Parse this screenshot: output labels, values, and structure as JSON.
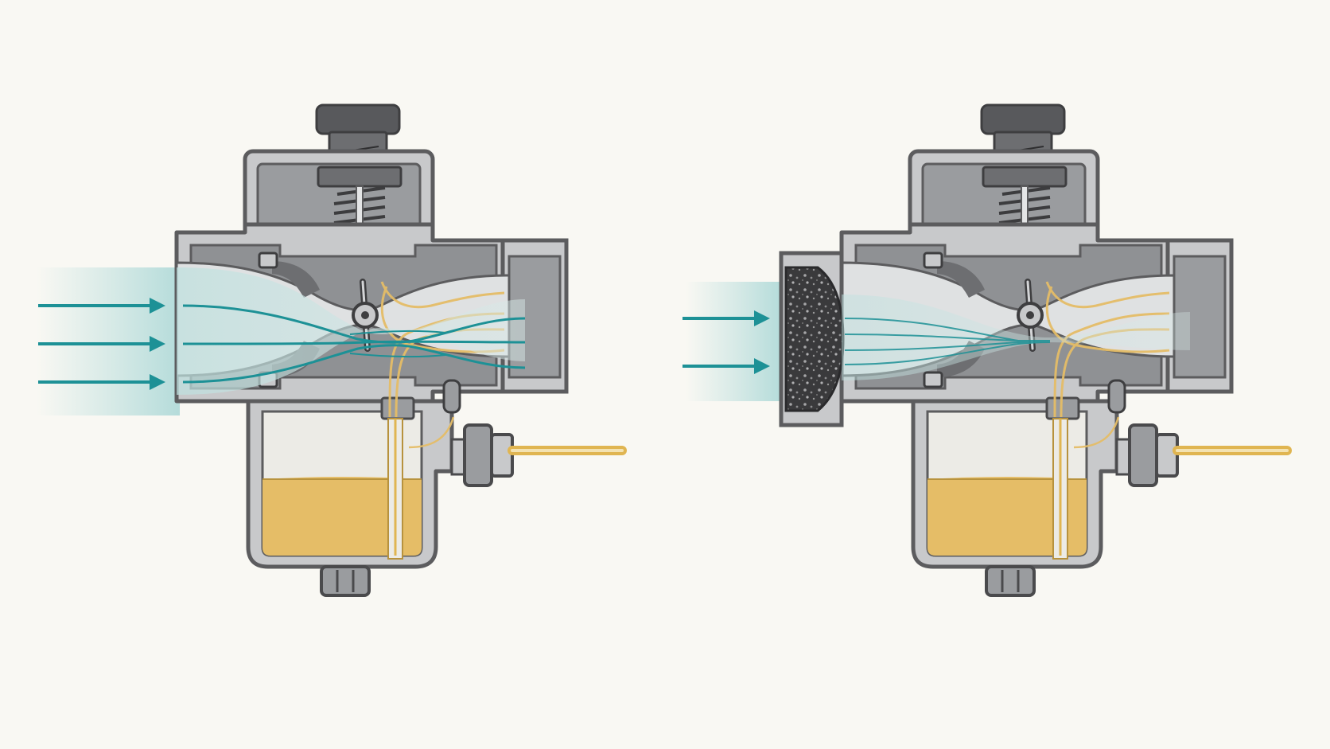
{
  "colors": {
    "background": "#f9f8f3",
    "body_outline": "#5c5c5e",
    "body_fill": "#c8c9cb",
    "body_dark": "#8f9194",
    "cavity": "#dfe1e2",
    "knob": "#58595c",
    "airflow": "#1d9196",
    "airflow_glow": "#a9d7d6",
    "fuel": "#e5bd67",
    "fuel_line": "#e0b551",
    "fuel_light": "#f3e2b1",
    "bowl_air": "#ecebe6",
    "filter": "#3a3a3c"
  },
  "icons": {
    "inlet_arrow": "arrow-right-icon",
    "throttle": "butterfly-valve-icon",
    "spring": "coil-spring-icon",
    "filter": "clogged-filter-icon"
  },
  "panels": [
    {
      "id": "unrestricted",
      "air_arrows": 3,
      "filter_present": false,
      "fuel_level": 0.63
    },
    {
      "id": "restricted",
      "air_arrows": 2,
      "filter_present": true,
      "fuel_level": 0.63
    }
  ]
}
